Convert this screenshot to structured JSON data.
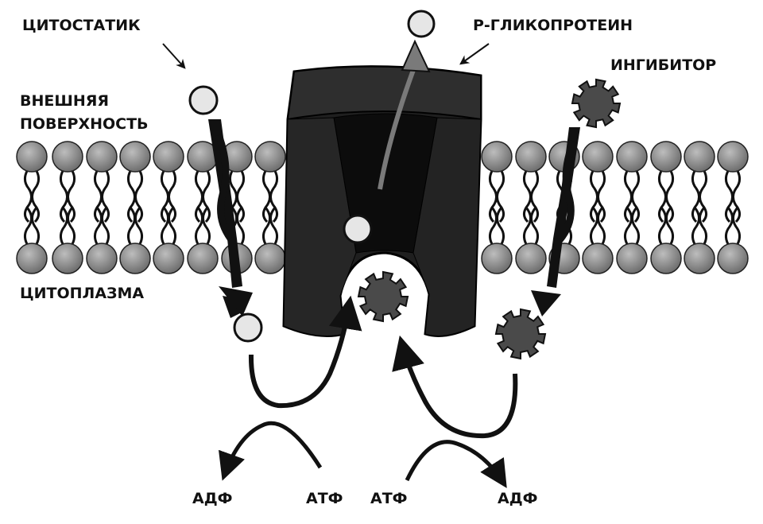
{
  "labels": {
    "cytostatic": "ЦИТОСТАТИК",
    "p_glycoprotein": "Р-ГЛИКОПРОТЕИН",
    "inhibitor": "ИНГИБИТОР",
    "outer_surface_line1": "ВНЕШНЯЯ",
    "outer_surface_line2": "ПОВЕРХНОСТЬ",
    "cytoplasm": "ЦИТОПЛАЗМА",
    "adp_left": "АДФ",
    "atp_left": "АТФ",
    "atp_right": "АТФ",
    "adp_right": "АДФ"
  },
  "colors": {
    "ink": "#111111",
    "protein_dark": "#1f1f1f",
    "protein_top": "#333333",
    "lipid_head": "#8a8a8a",
    "drug_fill": "#e6e6e6",
    "inhibitor_fill": "#4a4a4a",
    "export_arrow": "#7a7a7a"
  }
}
